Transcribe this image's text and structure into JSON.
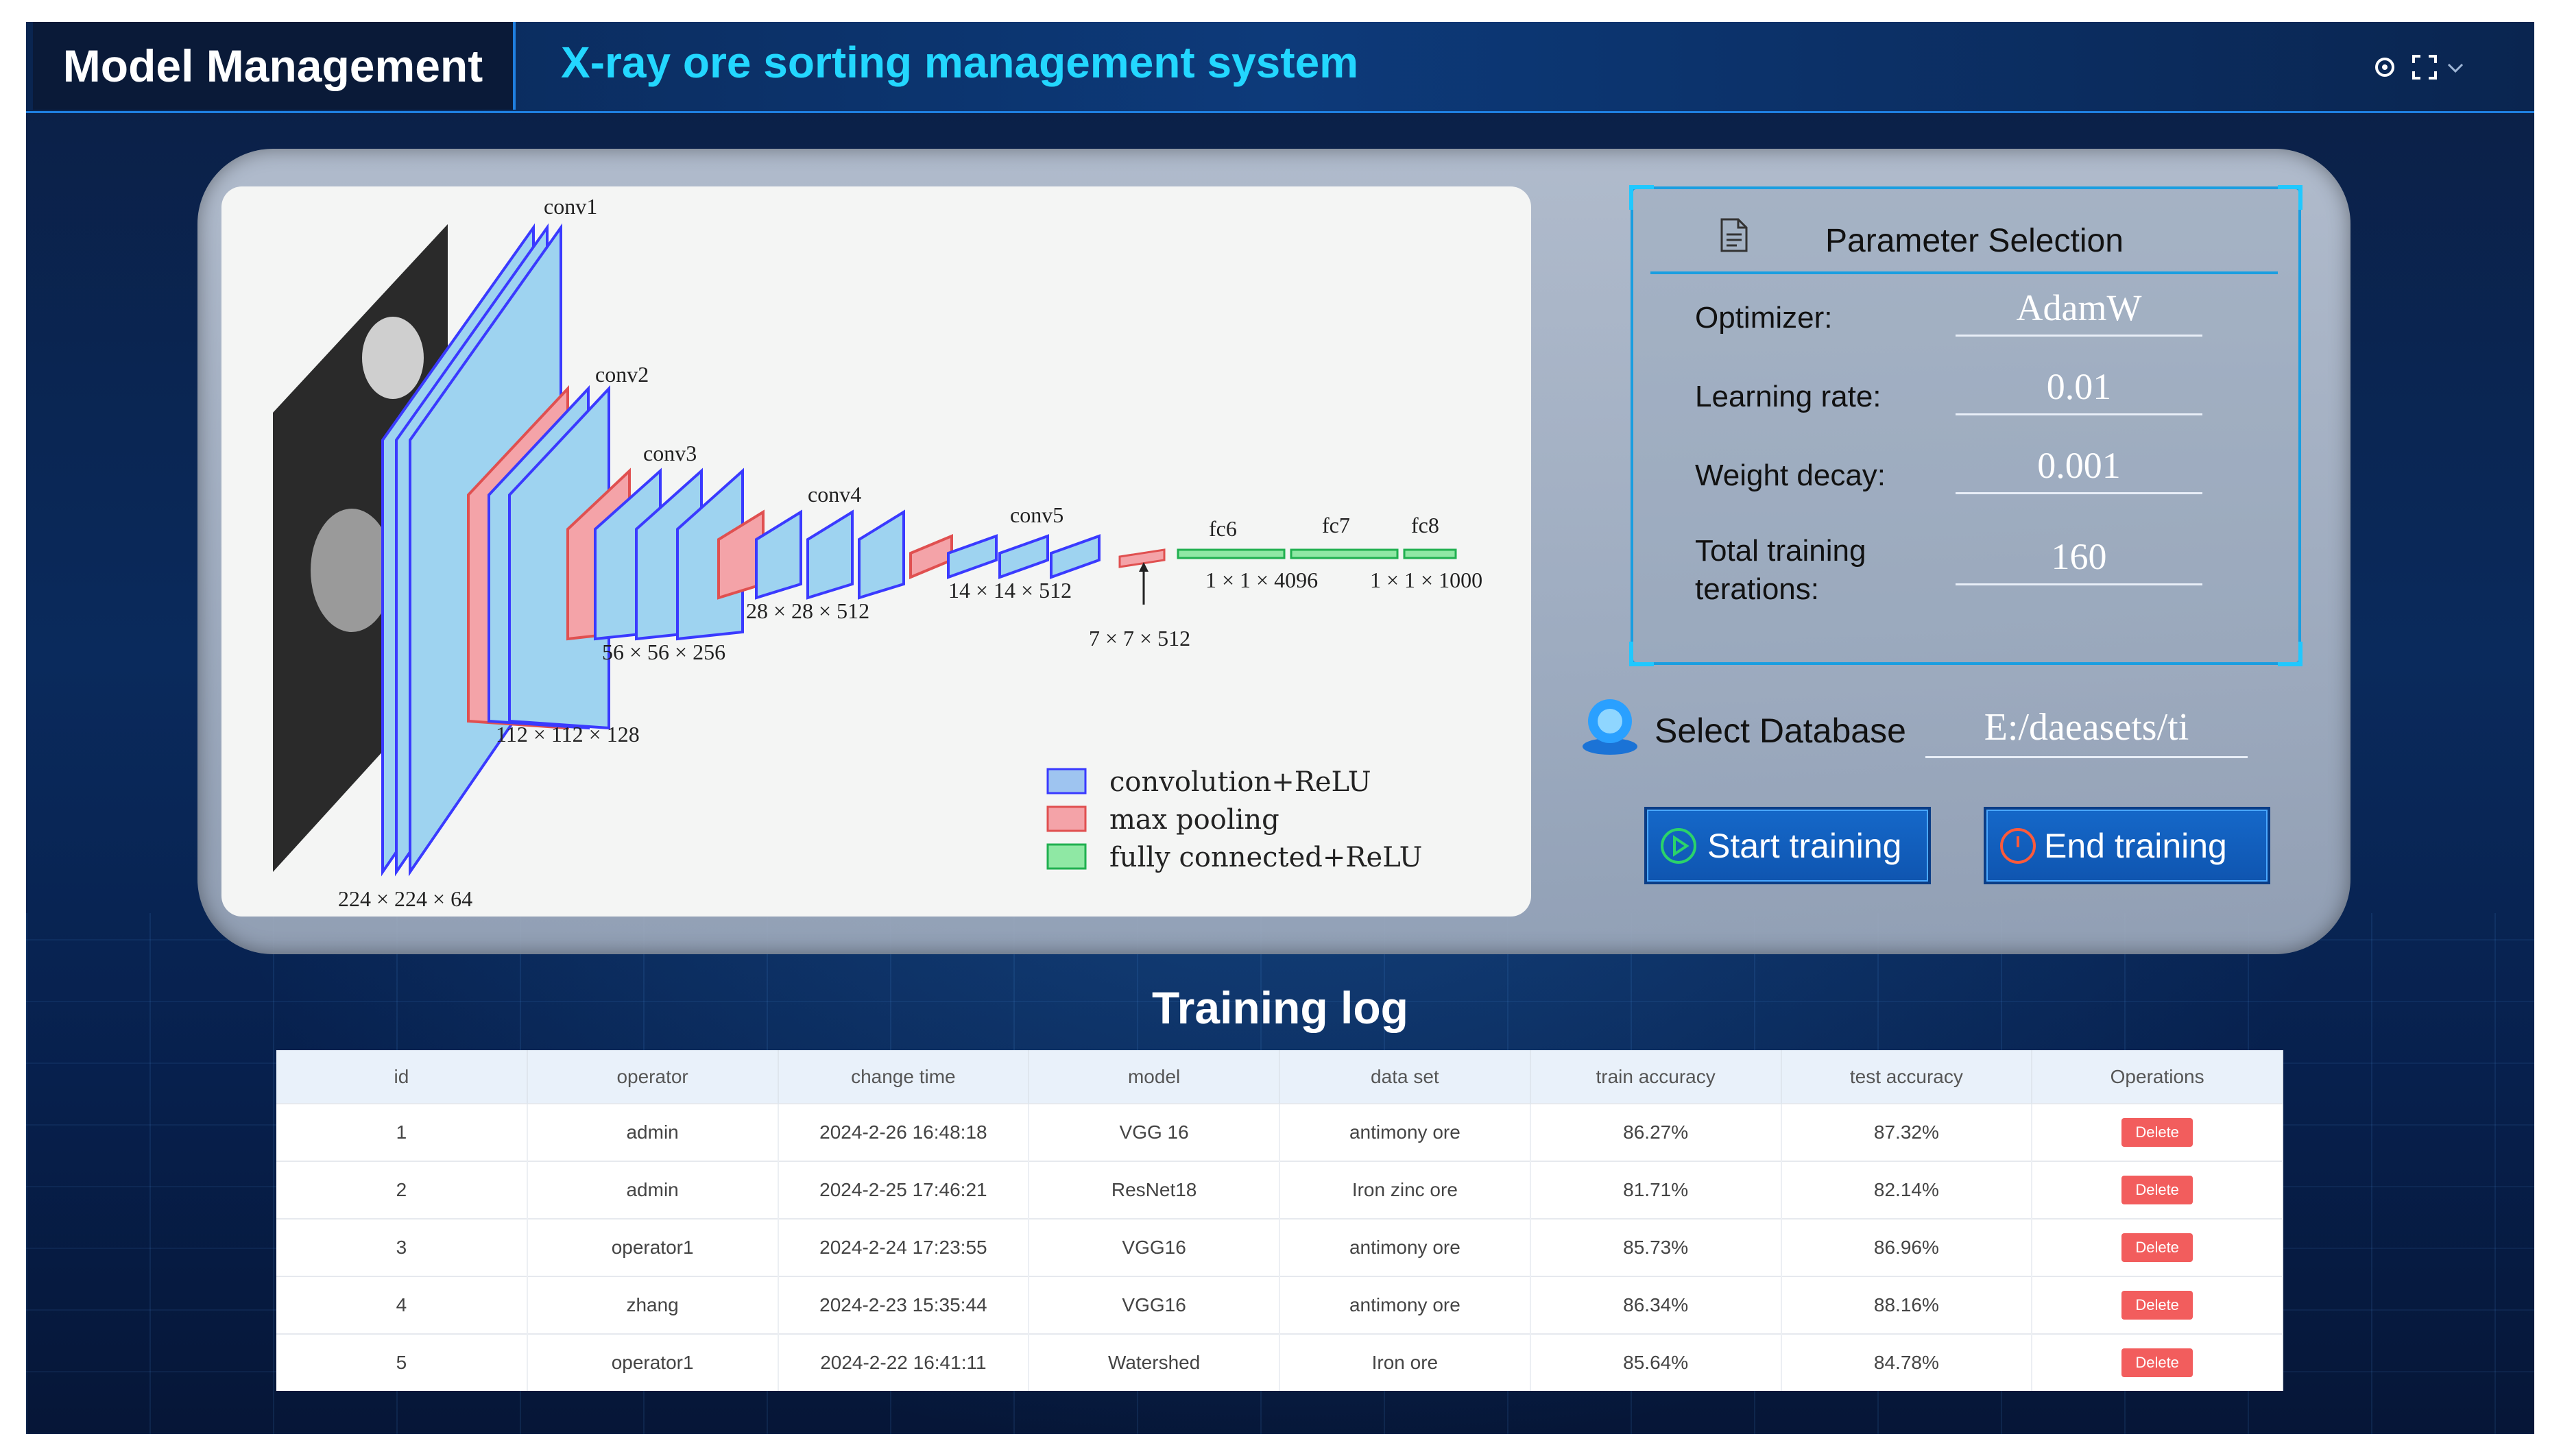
{
  "header": {
    "page_tab": "Model Management",
    "system_title": "X-ray ore sorting management system",
    "icons": [
      "refresh-icon",
      "fullscreen-icon",
      "chevron-down-icon"
    ]
  },
  "diagram": {
    "layer_labels": [
      "conv1",
      "conv2",
      "conv3",
      "conv4",
      "conv5",
      "fc6",
      "fc7",
      "fc8"
    ],
    "dimension_labels": [
      "224 × 224 × 64",
      "112 × 112 × 128",
      "56 × 56 × 256",
      "28 × 28 × 512",
      "14 × 14 × 512",
      "7 × 7 × 512",
      "1 × 1 × 4096",
      "1 × 1 × 1000"
    ],
    "legend": [
      {
        "label": "convolution+ReLU",
        "color": "#9ec4f0"
      },
      {
        "label": "max pooling",
        "color": "#f4a3a8"
      },
      {
        "label": "fully connected+ReLU",
        "color": "#8fe8a4"
      }
    ]
  },
  "parameters": {
    "title": "Parameter Selection",
    "optimizer_label": "Optimizer:",
    "optimizer_value": "AdamW",
    "learning_rate_label": "Learning rate:",
    "learning_rate_value": "0.01",
    "weight_decay_label": "Weight decay:",
    "weight_decay_value": "0.001",
    "iterations_label_line1": "Total training",
    "iterations_label_line2": "terations:",
    "iterations_value": "160"
  },
  "database": {
    "label": "Select Database",
    "value": "E:/daeasets/ti"
  },
  "actions": {
    "start_label": "Start training",
    "end_label": "End training"
  },
  "log": {
    "title": "Training log",
    "columns": [
      "id",
      "operator",
      "change time",
      "model",
      "data set",
      "train accuracy",
      "test accuracy",
      "Operations"
    ],
    "delete_label": "Delete",
    "rows": [
      [
        "1",
        "admin",
        "2024-2-26 16:48:18",
        "VGG 16",
        "antimony ore",
        "86.27%",
        "87.32%"
      ],
      [
        "2",
        "admin",
        "2024-2-25 17:46:21",
        "ResNet18",
        "Iron zinc ore",
        "81.71%",
        "82.14%"
      ],
      [
        "3",
        "operator1",
        "2024-2-24 17:23:55",
        "VGG16",
        "antimony ore",
        "85.73%",
        "86.96%"
      ],
      [
        "4",
        "zhang",
        "2024-2-23 15:35:44",
        "VGG16",
        "antimony ore",
        "86.34%",
        "88.16%"
      ],
      [
        "5",
        "operator1",
        "2024-2-22 16:41:11",
        "Watershed",
        "Iron ore",
        "85.64%",
        "84.78%"
      ]
    ]
  }
}
